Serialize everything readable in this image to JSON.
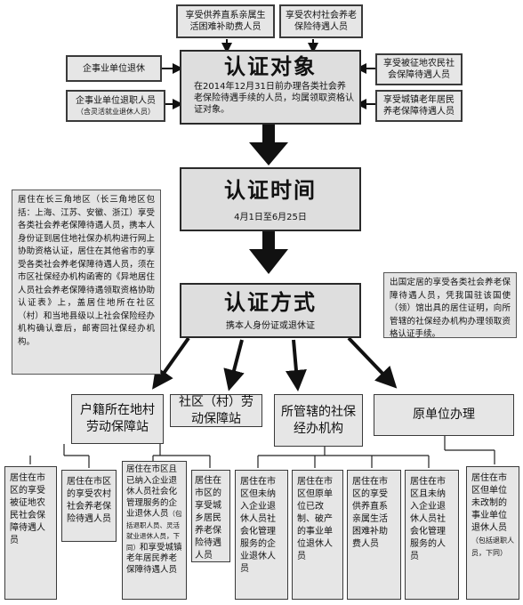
{
  "sections": {
    "target": {
      "title": "认证对象",
      "desc": "在2014年12月31日前办理各类社会养老保险待遇手续的人员，均属领取资格认证对象。",
      "left_items": [
        {
          "text": "享受供养直系亲属生活困难补助费人员"
        },
        {
          "text": "企事业单位退休"
        },
        {
          "text": "企事业单位退职人员",
          "note": "（含灵活就业退休人员）"
        }
      ],
      "right_items": [
        {
          "text": "享受农村社会养老保险待遇人员"
        },
        {
          "text": "享受被征地农民社会保障待遇人员"
        },
        {
          "text": "享受城镇老年居民养老保障待遇人员"
        }
      ]
    },
    "time": {
      "title": "认证时间",
      "desc": "4月1日至6月25日"
    },
    "method": {
      "title": "认证方式",
      "desc": "携本人身份证或退休证"
    }
  },
  "side_notes": {
    "left": "居住在长三角地区（长三角地区包括：上海、江苏、安徽、浙江）享受各类社会养老保障待遇人员，携本人身份证到居住地社保办机构进行网上协助资格认证，居住在其他省市的享受各类社会养老保障待遇人员，须在市区社保经办机构函寄的《异地居住人员社会养老保障待遇领取资格协助认证表》上，盖居住地所在社区（村）和当地县级以上社会保险经办机构确认章后，邮寄回社保经办机构。",
    "right": "出国定居的享受各类社会养老保障待遇人员，凭我国驻该国使（领）馆出具的居住证明，向所管辖的社保经办机构办理领取资格认证手续。"
  },
  "categories": [
    "户籍所在地村劳动保障站",
    "社区（村）劳动保障站",
    "所管辖的社保经办机构",
    "原单位办理"
  ],
  "leaves": [
    {
      "text": "居住在市区的享受被征地农民社会保障待遇人员"
    },
    {
      "text": "居住在市区的享受农村社会养老保险待遇人员"
    },
    {
      "text": "居住在市区且已纳入企业退休人员社会化管理服务的企业退休人员",
      "note": "（包括退职人员、灵活就业退休人员，下同）",
      "text2": "和享受城镇老年居民养老保障待遇人员"
    },
    {
      "text": "居住在市区的享受城乡居民养老保险待遇人员"
    },
    {
      "text": "居住在市区但未纳入企业退休人员社会化管理服务的企业退休人员"
    },
    {
      "text": "居住在市区但原单位已改制、破产的事业单位退休人员"
    },
    {
      "text": "居住在市区的享受供养直系亲属生活困难补助费人员"
    },
    {
      "text": "居住在市区且未纳入企业退休人员社会化管理服务的人员"
    },
    {
      "text": "居住在市区但单位未改制的事业单位退休人员",
      "note": "（包括退职人员，下同）"
    }
  ]
}
